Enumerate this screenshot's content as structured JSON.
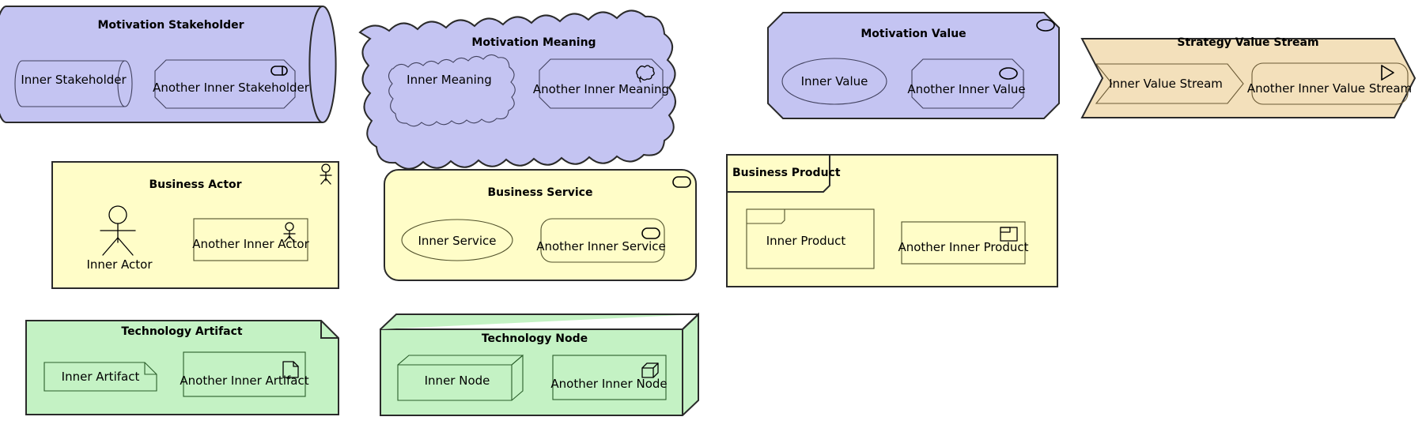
{
  "diagram": {
    "type": "archimate-nesting-notation",
    "background": "#ffffff",
    "palette": {
      "motivation": "#c4c4f2",
      "strategy": "#f3e0bb",
      "business": "#fffdc8",
      "technology": "#c4f2c4",
      "outline": "#2a2a2a",
      "text": "#000000"
    },
    "groups": [
      {
        "id": "motivation-stakeholder",
        "title": "Motivation Stakeholder",
        "layer": "motivation",
        "outer_shape": "cylinder-horizontal",
        "icon": "stakeholder-icon",
        "children": [
          {
            "label": "Inner Stakeholder",
            "shape": "cylinder-horizontal",
            "icon": "none"
          },
          {
            "label": "Another Inner Stakeholder",
            "shape": "octagon",
            "icon": "stakeholder-icon"
          }
        ]
      },
      {
        "id": "motivation-meaning",
        "title": "Motivation Meaning",
        "layer": "motivation",
        "outer_shape": "cloud",
        "icon": "meaning-icon",
        "children": [
          {
            "label": "Inner Meaning",
            "shape": "cloud",
            "icon": "none"
          },
          {
            "label": "Another Inner Meaning",
            "shape": "octagon",
            "icon": "meaning-icon"
          }
        ]
      },
      {
        "id": "motivation-value",
        "title": "Motivation Value",
        "layer": "motivation",
        "outer_shape": "octagon",
        "icon": "value-icon",
        "children": [
          {
            "label": "Inner Value",
            "shape": "ellipse",
            "icon": "none"
          },
          {
            "label": "Another Inner Value",
            "shape": "octagon",
            "icon": "value-icon"
          }
        ]
      },
      {
        "id": "strategy-value-stream",
        "title": "Strategy Value Stream",
        "layer": "strategy",
        "outer_shape": "chevron",
        "icon": "value-stream-icon",
        "children": [
          {
            "label": "Inner Value Stream",
            "shape": "chevron",
            "icon": "none"
          },
          {
            "label": "Another Inner Value Stream",
            "shape": "rounded-rect",
            "icon": "value-stream-icon"
          }
        ]
      },
      {
        "id": "business-actor",
        "title": "Business Actor",
        "layer": "business",
        "outer_shape": "rect",
        "icon": "actor-icon",
        "children": [
          {
            "label": "Inner Actor",
            "shape": "stick-figure",
            "icon": "none"
          },
          {
            "label": "Another Inner Actor",
            "shape": "rect",
            "icon": "actor-icon"
          }
        ]
      },
      {
        "id": "business-service",
        "title": "Business Service",
        "layer": "business",
        "outer_shape": "rounded-rect",
        "icon": "service-icon",
        "children": [
          {
            "label": "Inner Service",
            "shape": "ellipse",
            "icon": "none"
          },
          {
            "label": "Another Inner Service",
            "shape": "rounded-rect",
            "icon": "service-icon"
          }
        ]
      },
      {
        "id": "business-product",
        "title": "Business Product",
        "layer": "business",
        "outer_shape": "product-tab",
        "icon": "product-icon",
        "children": [
          {
            "label": "Inner Product",
            "shape": "product-tab",
            "icon": "none"
          },
          {
            "label": "Another Inner Product",
            "shape": "rect",
            "icon": "product-icon"
          }
        ]
      },
      {
        "id": "technology-artifact",
        "title": "Technology Artifact",
        "layer": "technology",
        "outer_shape": "folded-corner",
        "icon": "artifact-icon",
        "children": [
          {
            "label": "Inner Artifact",
            "shape": "folded-corner",
            "icon": "none"
          },
          {
            "label": "Another Inner Artifact",
            "shape": "rect",
            "icon": "artifact-icon"
          }
        ]
      },
      {
        "id": "technology-node",
        "title": "Technology Node",
        "layer": "technology",
        "outer_shape": "box-3d",
        "icon": "node-icon",
        "children": [
          {
            "label": "Inner Node",
            "shape": "box-3d",
            "icon": "none"
          },
          {
            "label": "Another Inner Node",
            "shape": "rect",
            "icon": "node-icon"
          }
        ]
      }
    ]
  }
}
